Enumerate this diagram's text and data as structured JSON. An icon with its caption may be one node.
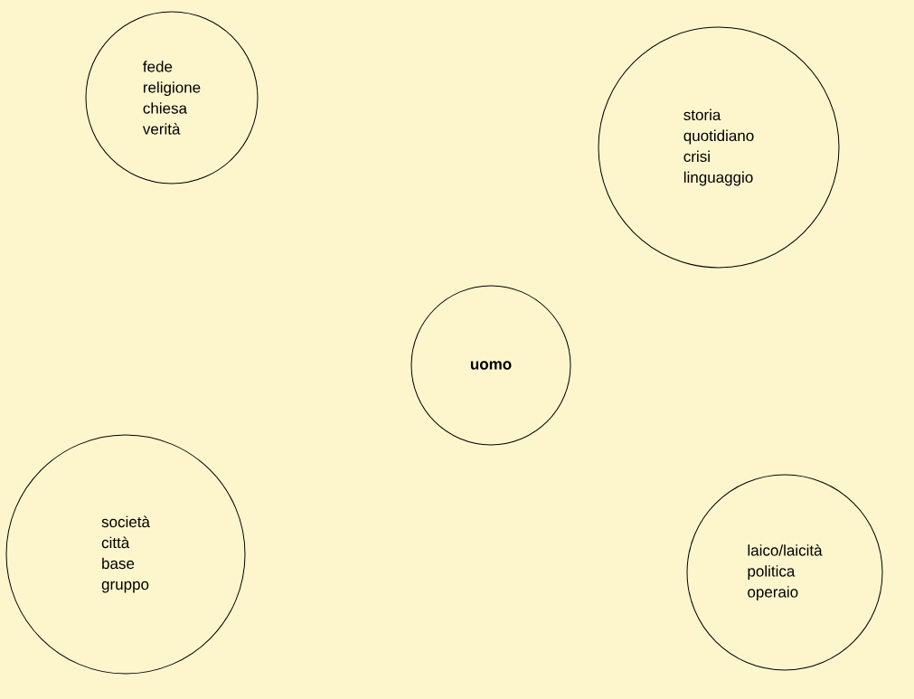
{
  "diagram": {
    "nodes": [
      {
        "text": [
          "fede",
          "religione",
          "chiesa",
          "verità"
        ]
      },
      {
        "text": [
          "storia",
          "quotidiano",
          "crisi",
          "linguaggio"
        ]
      },
      {
        "text": [
          "uomo"
        ]
      },
      {
        "text": [
          "società",
          "città",
          "base",
          "gruppo"
        ]
      },
      {
        "text": [
          "laico/laicità",
          "politica",
          "operaio"
        ]
      }
    ]
  }
}
